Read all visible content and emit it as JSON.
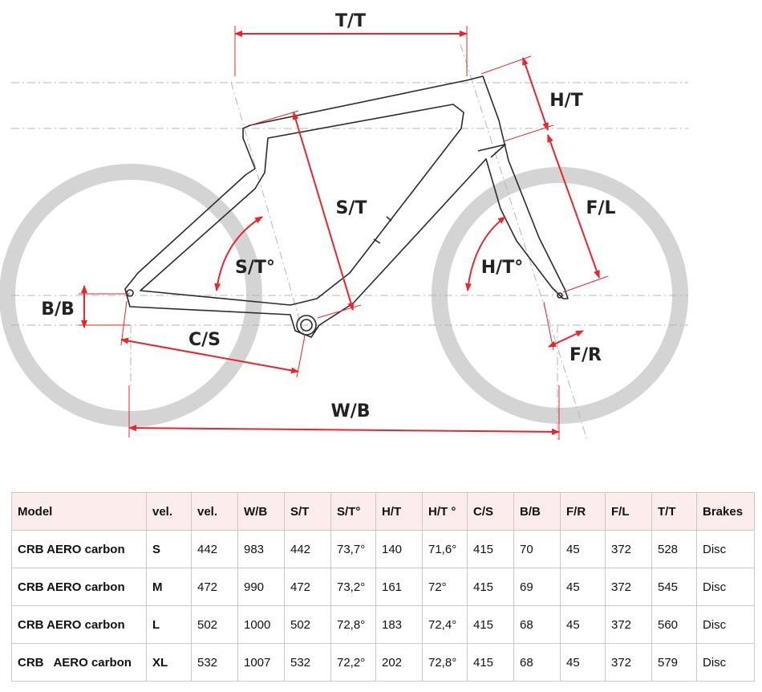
{
  "diagram": {
    "labels": {
      "tt": "T/T",
      "ht": "H/T",
      "st": "S/T",
      "fl": "F/L",
      "st_angle": "S/T°",
      "ht_angle": "H/T°",
      "bb": "B/B",
      "cs": "C/S",
      "fr": "F/R",
      "wb": "W/B"
    },
    "colors": {
      "dimension": "#e8262b",
      "frame": "#2b2b2b",
      "wheel": "#d4d4d4",
      "guide": "#b5b5b5",
      "label": "#222222"
    }
  },
  "table": {
    "headers": [
      "Model",
      "vel.",
      "vel.",
      "W/B",
      "S/T",
      "S/T°",
      "H/T",
      "H/T  °",
      "C/S",
      "B/B",
      "F/R",
      "F/L",
      "T/T",
      "Brakes"
    ],
    "rows": [
      [
        "CRB AERO carbon",
        "S",
        "442",
        "983",
        "442",
        "73,7°",
        "140",
        "71,6°",
        "415",
        "70",
        "45",
        "372",
        "528",
        "Disc"
      ],
      [
        "CRB AERO carbon",
        "M",
        "472",
        "990",
        "472",
        "73,2°",
        "161",
        "72°",
        "415",
        "69",
        "45",
        "372",
        "545",
        "Disc"
      ],
      [
        "CRB AERO carbon",
        "L",
        "502",
        "1000",
        "502",
        "72,8°",
        "183",
        "72,4°",
        "415",
        "68",
        "45",
        "372",
        "560",
        "Disc"
      ],
      [
        "CRB   AERO carbon",
        "XL",
        "532",
        "1007",
        "532",
        "72,2°",
        "202",
        "72,8°",
        "415",
        "68",
        "45",
        "372",
        "579",
        "Disc"
      ]
    ],
    "colors": {
      "header_bg": "#fdecec",
      "border": "#c9c9c9"
    }
  }
}
